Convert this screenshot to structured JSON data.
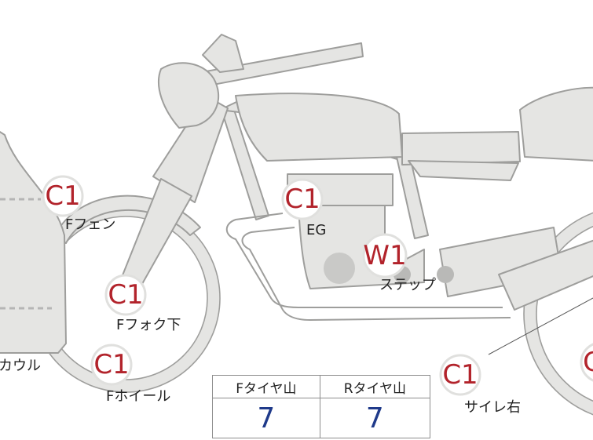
{
  "markers": [
    {
      "code": "C1",
      "label": "Fフェン"
    },
    {
      "code": "C1",
      "label": "Fフォク下"
    },
    {
      "code": "C1",
      "label": "Fホイール"
    },
    {
      "code": "C1",
      "label": "EG"
    },
    {
      "code": "W1",
      "label": "ステップ"
    },
    {
      "code": "C1",
      "label": "サイレ右"
    },
    {
      "code": "C",
      "label": ""
    }
  ],
  "cowl_label": "カウル",
  "tread_table": {
    "front_header": "Fタイヤ山",
    "rear_header": "Rタイヤ山",
    "front_value": "7",
    "rear_value": "7"
  },
  "colors": {
    "code_red": "#b2232b",
    "value_blue": "#1f3a8a",
    "part_fill": "#e5e5e3",
    "part_stroke": "#9e9e9c"
  }
}
